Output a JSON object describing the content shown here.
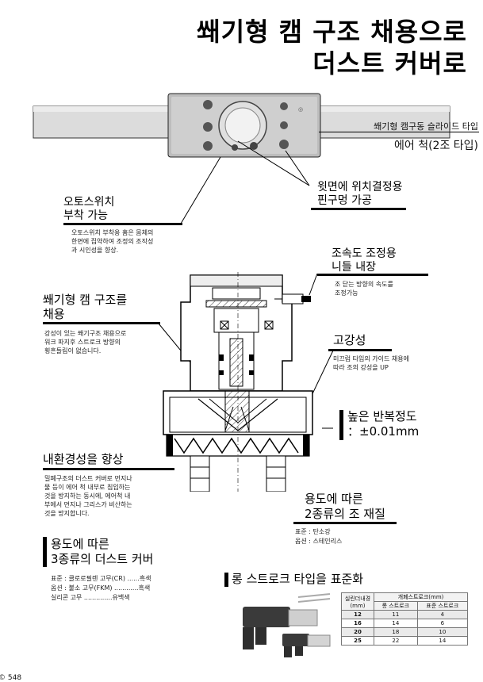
{
  "header": {
    "title_line1": "쐐기형  캠 구조 채용으로",
    "title_line2": "더스트 커버로"
  },
  "product": {
    "type_line1": "쐐기형 캠구동 슬라이드 타입",
    "type_line2": "에어 척(2조 타입)"
  },
  "features": {
    "auto_switch": {
      "title_line1": "오토스위치",
      "title_line2": "부착 가능",
      "desc": [
        "오토스위치 부착용 홈은 몸체의",
        "한면에 집약하여 조정의 조작성",
        "과 시인성을 향상."
      ]
    },
    "pin_hole": {
      "title_line1": "윗면에 위치결정용",
      "title_line2": "핀구멍 가공"
    },
    "speed_needle": {
      "title_line1": "조속도 조정용",
      "title_line2": "니들 내장",
      "desc": [
        "조 닫는 방향의 속도를",
        "조정가능"
      ]
    },
    "wedge_cam": {
      "title_line1": "쐐기형 캠 구조를",
      "title_line2": "채용",
      "desc": [
        "강성이 있는 쐐기구조 채용으로",
        "워크 파지후 스트로크 방향의",
        "횡흔들림이 없습니다."
      ]
    },
    "rigidity": {
      "title": "고강성",
      "desc": [
        "미끄럼 타입의 가이드 채용에",
        "따라 조의 강성을 UP"
      ]
    },
    "repeatability": {
      "title_line1": "높은 반복정도",
      "title_line2": "：±0.01mm"
    },
    "environment": {
      "title": "내환경성을 향상",
      "desc": [
        "밀폐구조의 더스트 커버로 먼지나",
        "물 등이 에어 척 내부로 침입하는",
        "것을 방지하는 동시에, 에어척 내",
        "부에서 먼지나 그리스가 비산하는",
        "것을 방지합니다."
      ]
    },
    "jaw_material": {
      "title_line1": "용도에 따른",
      "title_line2": "2종류의 조 재질",
      "desc": [
        "표준 : 탄소강",
        "옵션 : 스테인리스"
      ]
    },
    "dust_cover": {
      "title_line1": "용도에 따른",
      "title_line2": "3종류의 더스트 커버",
      "desc": [
        "표준 : 클로로필렌 고무(CR) ......흑색",
        "옵션 : 불소 고무(FKM) ............흑색",
        "          실리콘 고무  ..............유백색"
      ]
    }
  },
  "long_stroke": {
    "title": "롱 스트로크 타입을 표준화",
    "table": {
      "header_bore": "실린더내경\n(mm)",
      "header_group": "개폐스트로크(mm)",
      "header_long": "롱 스트로크",
      "header_std": "표준 스트로크",
      "rows": [
        {
          "bore": "12",
          "long": "11",
          "std": "4"
        },
        {
          "bore": "16",
          "long": "14",
          "std": "6"
        },
        {
          "bore": "20",
          "long": "18",
          "std": "10"
        },
        {
          "bore": "25",
          "long": "22",
          "std": "14"
        }
      ]
    }
  },
  "footer": {
    "page": "548"
  }
}
